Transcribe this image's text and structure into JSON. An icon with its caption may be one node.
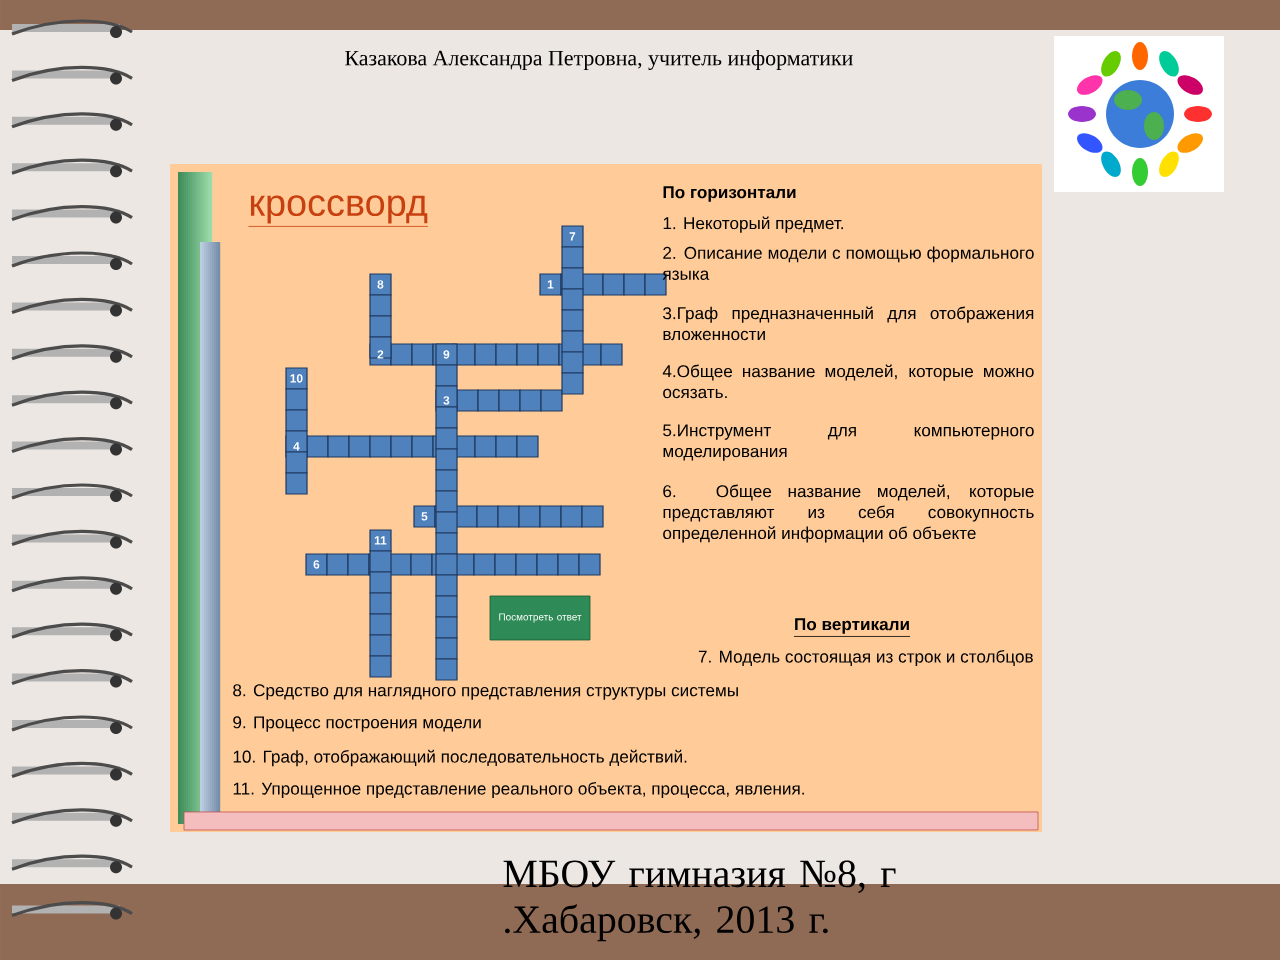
{
  "diagram": {
    "title": "кроссворд",
    "nodes": [
      {
        "text": [
          "Посмотреть ответ"
        ]
      }
    ],
    "labels": [
      "Казакова Александра Петровна, учитель информатики",
      "7",
      "8",
      "1",
      "2",
      "9",
      "10",
      "3",
      "4",
      "5",
      "11",
      "6",
      "По горизонтали",
      "1. Некоторый предмет.",
      "2. Описание модели с помощью формального языка",
      "3.Граф предназначенный для отображения вложенности",
      "4.Общее название моделей, которые можно осязать.",
      "5.Инструмент для компьютерного моделирования",
      "6. Общее название моделей, которые представляют из себя совокупность определенной информации об объекте",
      "По вертикали",
      "7. Модель состоящая из строк и столбцов",
      "8. Средство для наглядного представления структуры системы",
      "9. Процесс построения модели",
      "10. Граф, отображающий последовательность действий.",
      "11. Упрощенное представление реального объекта, процесса, явления.",
      "МБОУ гимназия №8, г .Хабаровск, 2013 г."
    ]
  }
}
